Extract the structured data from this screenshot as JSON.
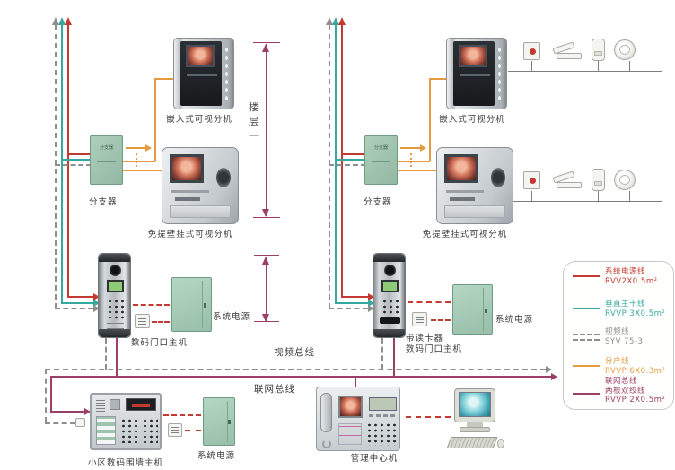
{
  "labels": {
    "splitter": "分支器",
    "embedded_monitor": "嵌入式可视分机",
    "wall_monitor": "免提壁挂式可视分机",
    "floor": "楼层一",
    "door_host": "数码门口主机",
    "card_reader": "带读卡器",
    "card_reader_host": "数码门口主机",
    "system_power": "系统电源",
    "video_bus": "视频总线",
    "network_bus": "联网总线",
    "perimeter_host": "小区数码围墙主机",
    "management_center": "管理中心机"
  },
  "legend": {
    "items": [
      {
        "lines": [
          "系统电源线",
          "RVV2X0.5m²"
        ],
        "color": "#c43a31",
        "style": "solid"
      },
      {
        "lines": [
          "垂直主干线",
          "RVVP 3X0.5m²"
        ],
        "color": "#35a89f",
        "style": "solid"
      },
      {
        "lines": [
          "视频线",
          "SYV 75-3"
        ],
        "color": "#8f8f8f",
        "style": "double-dash"
      },
      {
        "lines": [
          "分户线",
          "RVVP 6X0.3m²"
        ],
        "color": "#e59a40",
        "style": "solid"
      },
      {
        "lines": [
          "联网总线",
          "两根双绞线",
          "RVVP 2X0.5m²"
        ],
        "color": "#9c3f66",
        "style": "solid"
      }
    ]
  },
  "colors": {
    "power_line": "#c43a31",
    "trunk_line": "#35a89f",
    "video_line": "#8f8f8f",
    "household_line": "#e59a40",
    "network_line": "#9c3f66",
    "device_green": "#a8cebb"
  }
}
